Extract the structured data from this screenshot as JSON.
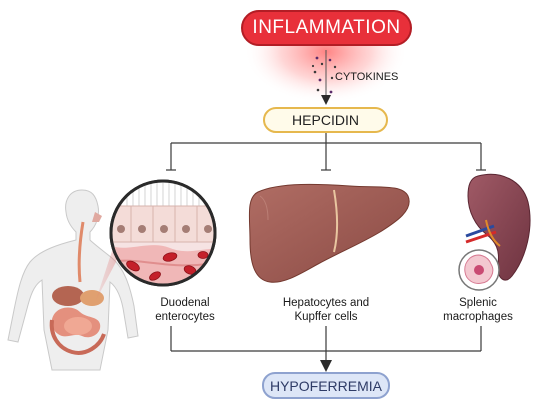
{
  "nodes": {
    "inflammation": "INFLAMMATION",
    "cytokines": "CYTOKINES",
    "hepcidin": "HEPCIDIN",
    "hypoferremia": "HYPOFERREMIA"
  },
  "targets": {
    "duodenal": [
      "Duodenal",
      "enterocytes"
    ],
    "hepatocytes": [
      "Hepatocytes and",
      "Kupffer cells"
    ],
    "splenic": [
      "Splenic",
      "macrophages"
    ]
  },
  "colors": {
    "inflammation": "#e8303a",
    "hepcidin_fill": "#fffbea",
    "hepcidin_border": "#e6b84d",
    "hypoferremia_fill": "#dde6f7",
    "liver": "#a0605a",
    "spleen": "#8a4a55",
    "line": "#3a3a3a"
  },
  "icons": [
    "inflammation-glow",
    "cytokine-dots",
    "human-body-silhouette",
    "duodenum-zoom-circle",
    "liver",
    "spleen",
    "macrophage-cell"
  ]
}
